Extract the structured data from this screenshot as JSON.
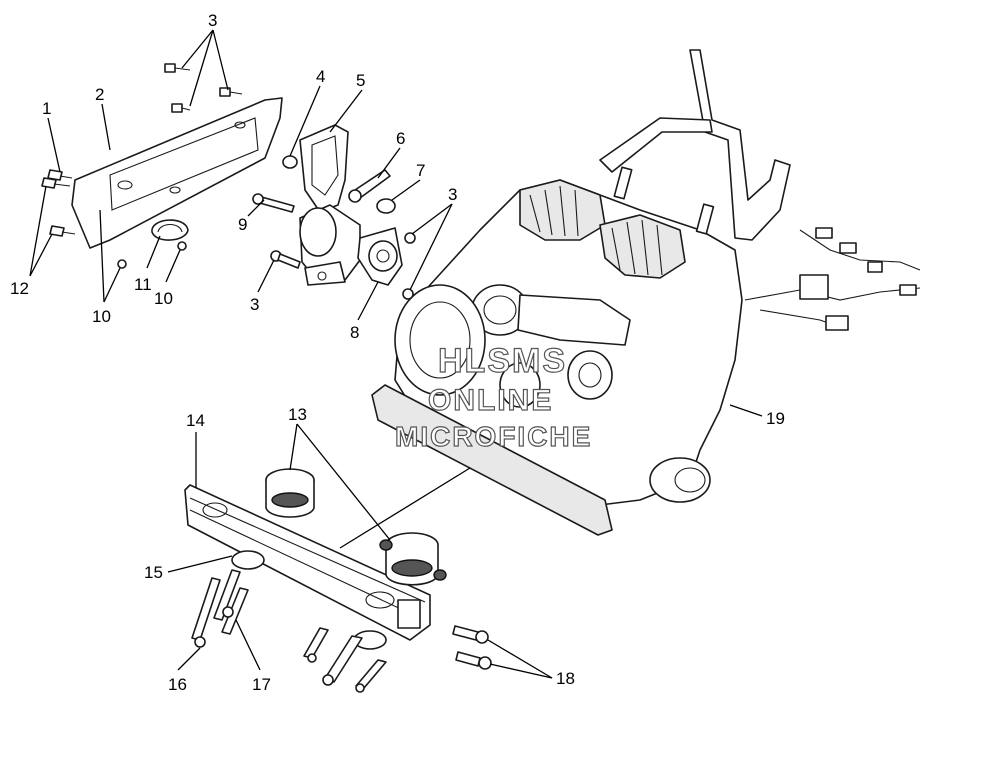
{
  "diagram": {
    "callouts": [
      "1",
      "2",
      "3",
      "4",
      "5",
      "6",
      "7",
      "3",
      "9",
      "3",
      "8",
      "11",
      "10",
      "12",
      "10",
      "14",
      "13",
      "15",
      "16",
      "17",
      "18",
      "19"
    ],
    "watermark": [
      "HLSMS",
      "ONLINE",
      "MICROFICHE"
    ]
  }
}
